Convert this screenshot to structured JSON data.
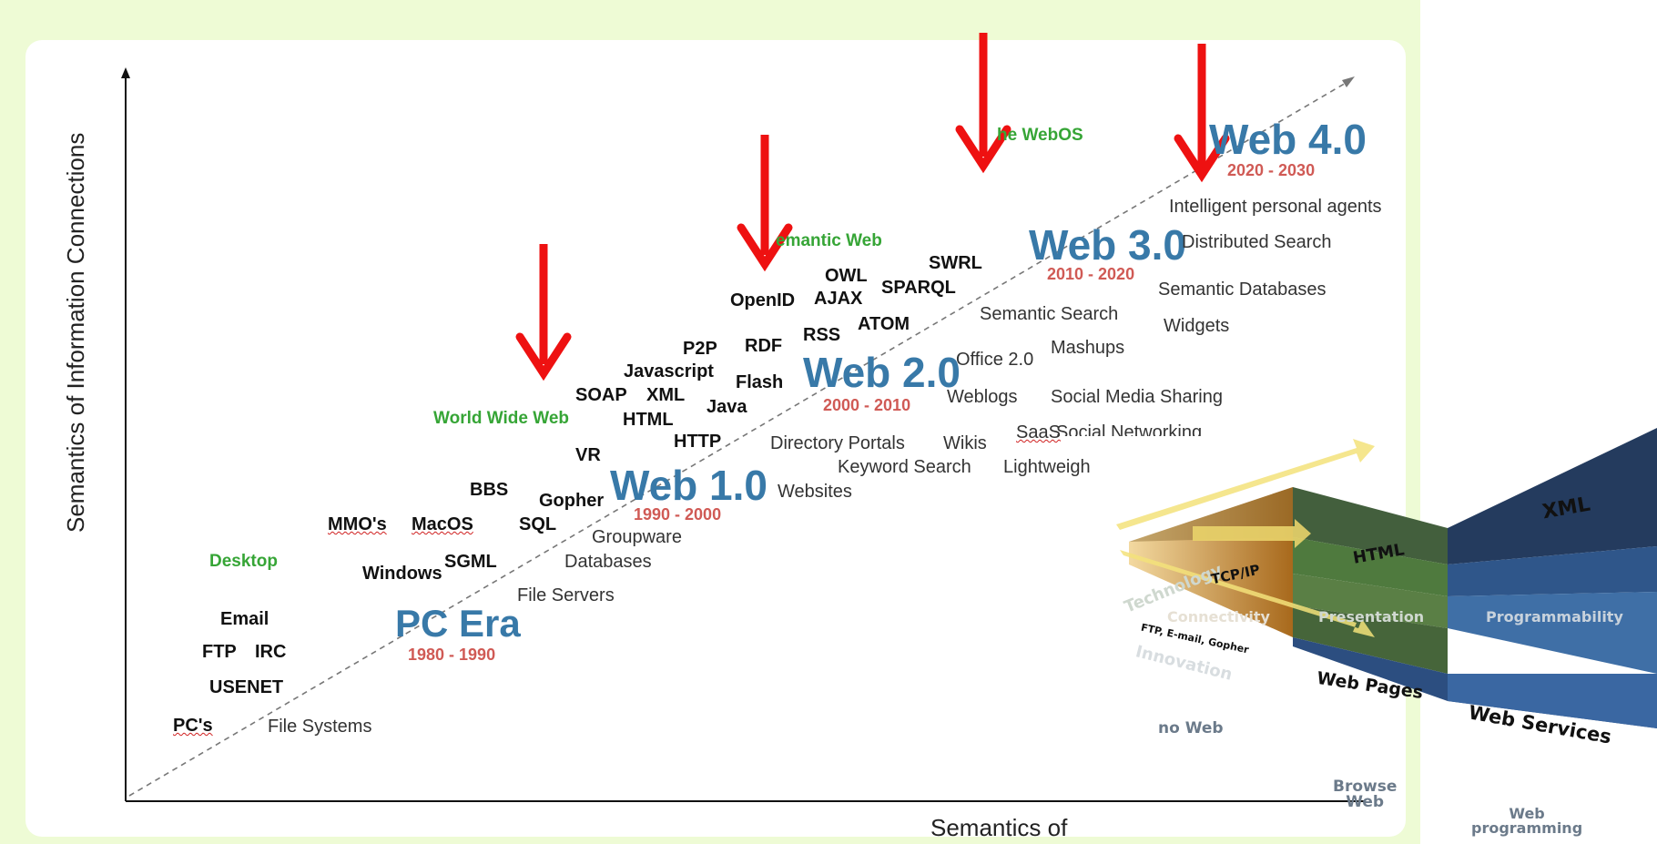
{
  "axes": {
    "ylabel": "Semantics of Information Connections",
    "xlabel": "Semantics of"
  },
  "eras": {
    "pc": {
      "name": "PC Era",
      "years": "1980 - 1990"
    },
    "web1": {
      "name": "Web 1.0",
      "years": "1990 - 2000"
    },
    "web2": {
      "name": "Web 2.0",
      "years": "2000 - 2010"
    },
    "web3": {
      "name": "Web 3.0",
      "years": "2010 - 2020"
    },
    "web4": {
      "name": "Web 4.0",
      "years": "2020 - 2030"
    }
  },
  "categories": {
    "desktop": "Desktop",
    "www": "World Wide Web",
    "semantic_web": "emantic Web",
    "webos": "he WebOS"
  },
  "terms": {
    "pcs": "PC's",
    "file_systems": "File Systems",
    "usenet": "USENET",
    "ftp": "FTP",
    "irc": "IRC",
    "email": "Email",
    "windows": "Windows",
    "sgml": "SGML",
    "mmos": "MMO's",
    "macos": "MacOS",
    "bbs": "BBS",
    "gopher": "Gopher",
    "sql": "SQL",
    "file_servers": "File Servers",
    "groupware": "Groupware",
    "databases": "Databases",
    "vr": "VR",
    "soap": "SOAP",
    "xml": "XML",
    "html": "HTML",
    "http": "HTTP",
    "javascript": "Javascript",
    "java": "Java",
    "p2p": "P2P",
    "flash": "Flash",
    "rdf": "RDF",
    "openid": "OpenID",
    "rss": "RSS",
    "owl": "OWL",
    "ajax": "AJAX",
    "atom": "ATOM",
    "sparql": "SPARQL",
    "swrl": "SWRL",
    "websites": "Websites",
    "keyword_search": "Keyword Search",
    "directory_portals": "Directory Portals",
    "wikis": "Wikis",
    "weblogs": "Weblogs",
    "office20": "Office 2.0",
    "saas": "SaaS",
    "lightweigh": "Lightweigh",
    "social_networking": "Social Networking",
    "social_media": "Social Media Sharing",
    "mashups": "Mashups",
    "semantic_search": "Semantic Search",
    "widgets": "Widgets",
    "semantic_databases": "Semantic Databases",
    "distributed_search": "Distributed Search",
    "intelligent_agents": "Intelligent personal agents"
  },
  "cone": {
    "technology": "Technology",
    "innovation": "Innovation",
    "tcpip": "TCP/IP",
    "connectivity": "Connectivity",
    "ftp_email_gopher": "FTP, E-mail, Gopher",
    "no_web": "no Web",
    "html": "HTML",
    "presentation": "Presentation",
    "web_pages": "Web Pages",
    "browse_web": "Browse\nWeb",
    "xml": "XML",
    "programmability": "Programmability",
    "web_services": "Web Services",
    "web_programming": "Web\nprogramming"
  },
  "colors": {
    "arrow": "#ee1111",
    "era_blue": "#3879a8",
    "year_red": "#d05a55",
    "category_green": "#36a536"
  }
}
